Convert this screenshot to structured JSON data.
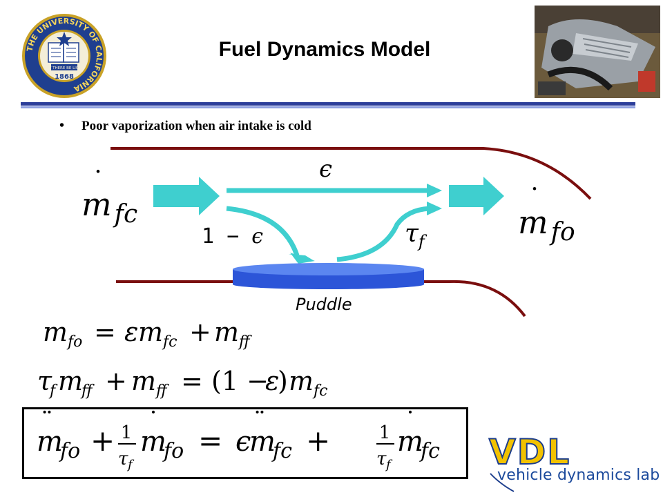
{
  "header": {
    "title": "Fuel Dynamics Model",
    "seal": {
      "ring_text": "THE UNIVERSITY OF CALIFORNIA",
      "motto": "LET THERE BE LIGHT",
      "year": "1868"
    }
  },
  "bullet": {
    "text": "Poor vaporization when air intake is cold"
  },
  "diagram": {
    "input_label": "ṁ_fc",
    "output_label": "ṁ_fo",
    "direct_path_label": "ϵ",
    "wall_path_label": "1 − ϵ",
    "time_constant_label": "τ_f",
    "puddle_label": "Puddle",
    "colors": {
      "arrow": "#3fcfcf",
      "manifold": "#7a0e0e",
      "puddle_top": "#5b86f0",
      "puddle_side": "#2c55d8"
    }
  },
  "equations": {
    "eq1": "ṁfo = εṁfc + ṁff",
    "eq2": "τf m̈ff + ṁff = (1 − ε)ṁfc",
    "eq3": "m̈fo + (1/τf)ṁfo = ϵm̈fc + (1/τf)ṁfc"
  },
  "logo": {
    "mark": "VDL",
    "subtitle": "vehicle dynamics lab",
    "colors": {
      "mark": "#f2c200",
      "outline": "#1c3d8c",
      "text": "#1c4a9c"
    }
  }
}
